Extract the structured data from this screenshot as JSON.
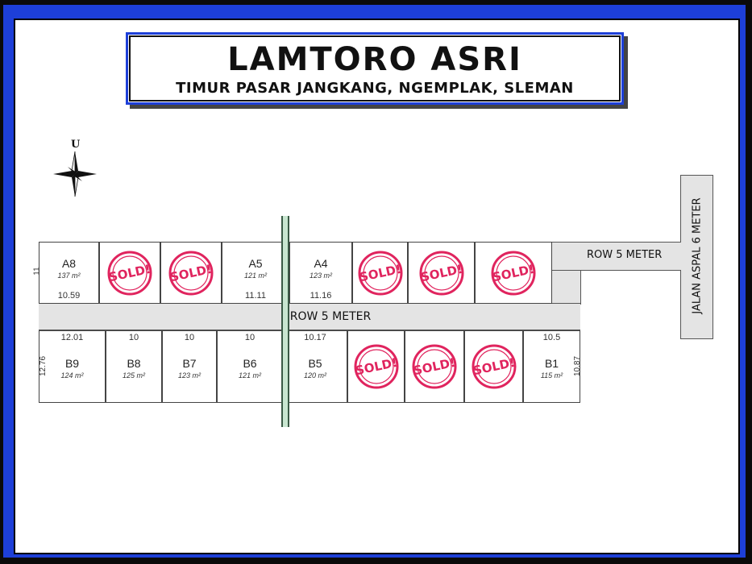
{
  "title": "LAMTORO ASRI",
  "subtitle": "TIMUR PASAR JANGKANG, NGEMPLAK, SLEMAN",
  "compass_label": "U",
  "sold_label": "SOLD!",
  "roads": {
    "main": "ROW 5 METER",
    "branch": "ROW 5 METER",
    "aspal": "JALAN ASPAL 6 METER"
  },
  "colors": {
    "frame_blue": "#1d3fd8",
    "sold_red": "#e0245e",
    "road_gray": "#e4e4e4",
    "canal_green": "#c8e6d0"
  },
  "plots_top": [
    {
      "code": "A8",
      "area": "137 m²",
      "width": "10.59",
      "side": "11",
      "sold": false
    },
    {
      "code": "",
      "area": "",
      "width": "",
      "side": "",
      "sold": true
    },
    {
      "code": "",
      "area": "",
      "width": "",
      "side": "",
      "sold": true
    },
    {
      "code": "A5",
      "area": "121 m²",
      "width": "11.11",
      "side": "",
      "sold": false
    },
    {
      "code": "A4",
      "area": "123 m²",
      "width": "11.16",
      "side": "",
      "sold": false
    },
    {
      "code": "",
      "area": "",
      "width": "",
      "side": "",
      "sold": true
    },
    {
      "code": "",
      "area": "",
      "width": "",
      "side": "",
      "sold": true
    },
    {
      "code": "",
      "area": "",
      "width": "",
      "side": "",
      "sold": true
    }
  ],
  "plots_bottom": [
    {
      "code": "B9",
      "area": "124 m²",
      "width": "12.01",
      "side": "12.76",
      "sold": false
    },
    {
      "code": "B8",
      "area": "125 m²",
      "width": "10",
      "side": "",
      "sold": false
    },
    {
      "code": "B7",
      "area": "123 m²",
      "width": "10",
      "side": "",
      "sold": false
    },
    {
      "code": "B6",
      "area": "121 m²",
      "width": "10",
      "side": "",
      "sold": false
    },
    {
      "code": "B5",
      "area": "120 m²",
      "width": "10.17",
      "side": "",
      "sold": false
    },
    {
      "code": "",
      "area": "",
      "width": "",
      "side": "",
      "sold": true
    },
    {
      "code": "",
      "area": "",
      "width": "",
      "side": "",
      "sold": true
    },
    {
      "code": "",
      "area": "",
      "width": "",
      "side": "",
      "sold": true
    },
    {
      "code": "B1",
      "area": "115 m²",
      "width": "10.5",
      "side": "10.87",
      "sold": false
    }
  ]
}
